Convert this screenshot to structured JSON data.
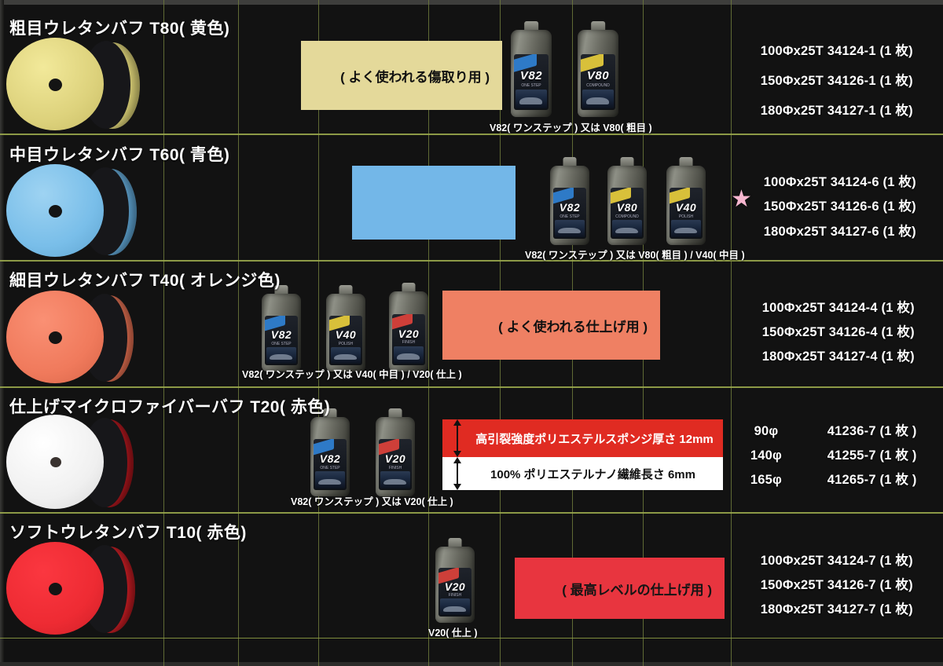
{
  "meta": {
    "background_color": "#121212",
    "grid_color": "#8c9a42",
    "star_color": "#f7b6cf"
  },
  "rows": [
    {
      "id": "t80",
      "heading": "粗目ウレタンバフ T80( 黄色)",
      "pad_color": "#ece28a",
      "block": {
        "color": "#e4d99a",
        "label": "( よく使われる傷取り用 )"
      },
      "bottles": [
        {
          "name": "V82",
          "sub": "ONE STEP",
          "accent": "#2f7fd0"
        },
        {
          "name": "V80",
          "sub": "COMPOUND",
          "accent": "#e3c93b"
        }
      ],
      "bottle_caption": "V82( ワンステップ ) 又は V80( 粗目 )",
      "specs": [
        {
          "size": "100Φx25T",
          "code": "34124-1 (1 枚)",
          "starred": false
        },
        {
          "size": "150Φx25T",
          "code": "34126-1 (1 枚)",
          "starred": false
        },
        {
          "size": "180Φx25T",
          "code": "34127-1 (1 枚)",
          "starred": false
        }
      ]
    },
    {
      "id": "t60",
      "heading": "中目ウレタンバフ T60( 青色)",
      "pad_color": "#7cc0ea",
      "block": {
        "color": "#73b7e8",
        "label": ""
      },
      "bottles": [
        {
          "name": "V82",
          "sub": "ONE STEP",
          "accent": "#2f7fd0"
        },
        {
          "name": "V80",
          "sub": "COMPOUND",
          "accent": "#e3c93b"
        },
        {
          "name": "V40",
          "sub": "POLISH",
          "accent": "#e3c93b"
        }
      ],
      "bottle_caption": "V82( ワンステップ ) 又は V80( 粗目 ) / V40( 中目 )",
      "specs": [
        {
          "size": "100Φx25T",
          "code": "34124-6 (1 枚)",
          "starred": false
        },
        {
          "size": "150Φx25T",
          "code": "34126-6 (1 枚)",
          "starred": true
        },
        {
          "size": "180Φx25T",
          "code": "34127-6 (1 枚)",
          "starred": false
        }
      ]
    },
    {
      "id": "t40",
      "heading": "細目ウレタンバフ T40( オレンジ色)",
      "pad_color": "#f4795c",
      "block": {
        "color": "#ef8063",
        "label": "( よく使われる仕上げ用 )"
      },
      "bottles": [
        {
          "name": "V82",
          "sub": "ONE STEP",
          "accent": "#2f7fd0"
        },
        {
          "name": "V40",
          "sub": "POLISH",
          "accent": "#e3c93b"
        },
        {
          "name": "V20",
          "sub": "FINISH",
          "accent": "#d8413a"
        }
      ],
      "bottle_caption": "V82( ワンステップ ) 又は V40( 中目 ) / V20( 仕上 )",
      "specs": [
        {
          "size": "100Φx25T",
          "code": "34124-4 (1 枚)",
          "starred": false
        },
        {
          "size": "150Φx25T",
          "code": "34126-4 (1 枚)",
          "starred": false
        },
        {
          "size": "180Φx25T",
          "code": "34127-4 (1 枚)",
          "starred": false
        }
      ]
    },
    {
      "id": "t20",
      "heading": "仕上げマイクロファイバーバフ T20( 赤色)",
      "pad_color": "#f2f2f2",
      "bands": [
        {
          "color": "#e02b22",
          "text_color": "#ffffff",
          "label": "高引裂強度ポリエステルスポンジ厚さ 12mm"
        },
        {
          "color": "#ffffff",
          "text_color": "#111111",
          "label": "100% ポリエステルナノ繊維長さ 6mm"
        }
      ],
      "bottles": [
        {
          "name": "V82",
          "sub": "ONE STEP",
          "accent": "#2f7fd0"
        },
        {
          "name": "V20",
          "sub": "FINISH",
          "accent": "#d8413a"
        }
      ],
      "bottle_caption": "V82( ワンステップ ) 又は V20( 仕上 )",
      "specs": [
        {
          "size": "90φ",
          "code": "41236-7 (1 枚 )",
          "starred": false
        },
        {
          "size": "140φ",
          "code": "41255-7 (1 枚 )",
          "starred": false
        },
        {
          "size": "165φ",
          "code": "41265-7 (1 枚 )",
          "starred": false
        }
      ]
    },
    {
      "id": "t10",
      "heading": "ソフトウレタンバフ T10( 赤色)",
      "pad_color": "#ef2b33",
      "block": {
        "color": "#e8353f",
        "label": "( 最高レベルの仕上げ用 )"
      },
      "bottles": [
        {
          "name": "V20",
          "sub": "FINISH",
          "accent": "#d8413a"
        }
      ],
      "bottle_caption": "V20( 仕上 )",
      "specs": [
        {
          "size": "100Φx25T",
          "code": "34124-7 (1 枚)",
          "starred": false
        },
        {
          "size": "150Φx25T",
          "code": "34126-7 (1 枚)",
          "starred": false
        },
        {
          "size": "180Φx25T",
          "code": "34127-7 (1 枚)",
          "starred": false
        }
      ]
    }
  ],
  "star_glyph": "★"
}
